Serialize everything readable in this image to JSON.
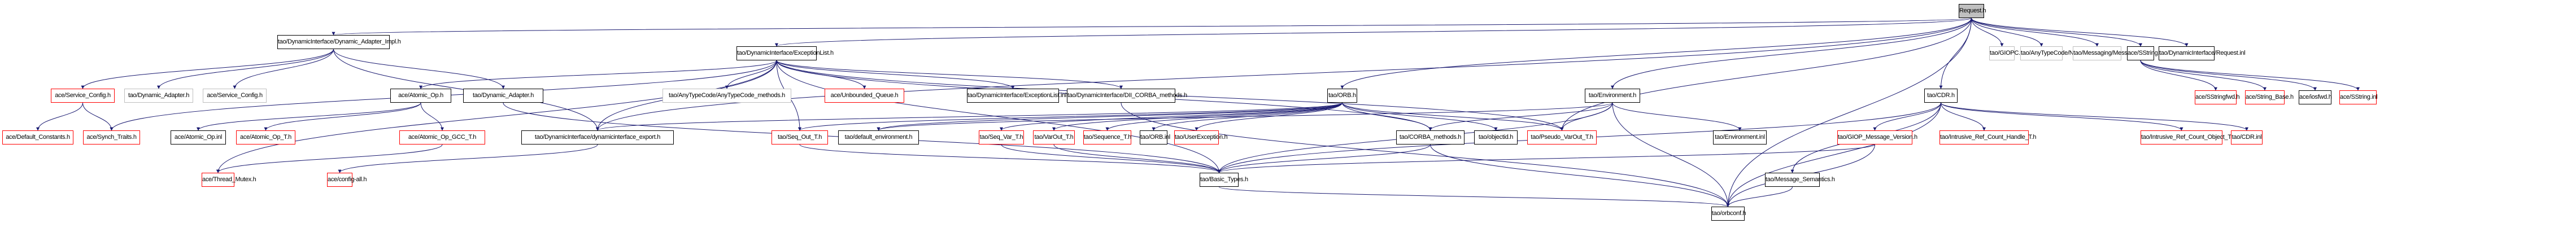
{
  "diagram": {
    "type": "include-dependency-graph",
    "root": "Request.h",
    "legend_colors": {
      "edge": "#191970",
      "documented_border": "#000000",
      "undocumented_border": "#ff0000",
      "external_border": "#bfbfbf",
      "root_fill": "#bfbfbf"
    },
    "nodes": [
      {
        "id": "request_h",
        "label": "Request.h",
        "kind": "root"
      },
      {
        "id": "giopc",
        "label": "tao/GIOPC.h",
        "kind": "gray"
      },
      {
        "id": "nvlist",
        "label": "tao/AnyTypeCode/NVList.h",
        "kind": "gray"
      },
      {
        "id": "messaging",
        "label": "tao/Messaging/Messaging.h",
        "kind": "gray"
      },
      {
        "id": "sstring",
        "label": "ace/SString.h",
        "kind": "black"
      },
      {
        "id": "request_inl",
        "label": "tao/DynamicInterface/Request.inl",
        "kind": "black"
      },
      {
        "id": "sstringfwd",
        "label": "ace/SStringfwd.h",
        "kind": "red"
      },
      {
        "id": "string_base",
        "label": "ace/String_Base.h",
        "kind": "red"
      },
      {
        "id": "iosfwd",
        "label": "ace/iosfwd.h",
        "kind": "black"
      },
      {
        "id": "sstring_inl",
        "label": "ace/SString.inl",
        "kind": "red"
      },
      {
        "id": "dai",
        "label": "tao/DynamicInterface/Dynamic_Adapter_Impl.h",
        "kind": "black"
      },
      {
        "id": "exlist",
        "label": "tao/DynamicInterface/ExceptionList.h",
        "kind": "black"
      },
      {
        "id": "svc_cfg_red",
        "label": "ace/Service_Config.h",
        "kind": "red"
      },
      {
        "id": "dyn_adapter_gray",
        "label": "tao/Dynamic_Adapter.h",
        "kind": "gray"
      },
      {
        "id": "svc_cfg_gray",
        "label": "ace/Service_Config.h",
        "kind": "gray"
      },
      {
        "id": "atomic_op",
        "label": "ace/Atomic_Op.h",
        "kind": "black"
      },
      {
        "id": "dyn_adapter",
        "label": "tao/Dynamic_Adapter.h",
        "kind": "black"
      },
      {
        "id": "atc_methods",
        "label": "tao/AnyTypeCode/AnyTypeCode_methods.h",
        "kind": "gray"
      },
      {
        "id": "unbounded_queue",
        "label": "ace/Unbounded_Queue.h",
        "kind": "red"
      },
      {
        "id": "exlist_inl",
        "label": "tao/DynamicInterface/ExceptionList.inl",
        "kind": "black"
      },
      {
        "id": "dii_corba",
        "label": "tao/DynamicInterface/DII_CORBA_methods.h",
        "kind": "black"
      },
      {
        "id": "orb_h",
        "label": "tao/ORB.h",
        "kind": "black"
      },
      {
        "id": "environment_h",
        "label": "tao/Environment.h",
        "kind": "black"
      },
      {
        "id": "cdr_h",
        "label": "tao/CDR.h",
        "kind": "black"
      },
      {
        "id": "default_constants",
        "label": "ace/Default_Constants.h",
        "kind": "red"
      },
      {
        "id": "synch_traits",
        "label": "ace/Synch_Traits.h",
        "kind": "red"
      },
      {
        "id": "atomic_op_inl",
        "label": "ace/Atomic_Op.inl",
        "kind": "black"
      },
      {
        "id": "atomic_op_t",
        "label": "ace/Atomic_Op_T.h",
        "kind": "red"
      },
      {
        "id": "atomic_op_gcc",
        "label": "ace/Atomic_Op_GCC_T.h",
        "kind": "red"
      },
      {
        "id": "di_export",
        "label": "tao/DynamicInterface/dynamicinterface_export.h",
        "kind": "black"
      },
      {
        "id": "seq_out",
        "label": "tao/Seq_Out_T.h",
        "kind": "red"
      },
      {
        "id": "default_env",
        "label": "tao/default_environment.h",
        "kind": "black"
      },
      {
        "id": "seq_var",
        "label": "tao/Seq_Var_T.h",
        "kind": "red"
      },
      {
        "id": "varout",
        "label": "tao/VarOut_T.h",
        "kind": "red"
      },
      {
        "id": "sequence_t",
        "label": "tao/Sequence_T.h",
        "kind": "red"
      },
      {
        "id": "orb_inl",
        "label": "tao/ORB.inl",
        "kind": "black"
      },
      {
        "id": "user_exception",
        "label": "tao/UserException.h",
        "kind": "red"
      },
      {
        "id": "corba_methods",
        "label": "tao/CORBA_methods.h",
        "kind": "black"
      },
      {
        "id": "objectid",
        "label": "tao/objectid.h",
        "kind": "black"
      },
      {
        "id": "pseudo_varout",
        "label": "tao/Pseudo_VarOut_T.h",
        "kind": "red"
      },
      {
        "id": "environment_inl",
        "label": "tao/Environment.inl",
        "kind": "black"
      },
      {
        "id": "giop_msg_ver",
        "label": "tao/GIOP_Message_Version.h",
        "kind": "red"
      },
      {
        "id": "irc_handle",
        "label": "tao/Intrusive_Ref_Count_Handle_T.h",
        "kind": "red"
      },
      {
        "id": "irc_object",
        "label": "tao/Intrusive_Ref_Count_Object_T.h",
        "kind": "red"
      },
      {
        "id": "cdr_inl",
        "label": "tao/CDR.inl",
        "kind": "red"
      },
      {
        "id": "thread_mutex",
        "label": "ace/Thread_Mutex.h",
        "kind": "red"
      },
      {
        "id": "config_all",
        "label": "ace/config-all.h",
        "kind": "red"
      },
      {
        "id": "basic_types",
        "label": "tao/Basic_Types.h",
        "kind": "black"
      },
      {
        "id": "message_semantics",
        "label": "tao/Message_Semantics.h",
        "kind": "black"
      },
      {
        "id": "orbconf",
        "label": "tao/orbconf.h",
        "kind": "black"
      }
    ],
    "edges": [
      [
        "request_h",
        "giopc"
      ],
      [
        "request_h",
        "nvlist"
      ],
      [
        "request_h",
        "messaging"
      ],
      [
        "request_h",
        "sstring"
      ],
      [
        "request_h",
        "request_inl"
      ],
      [
        "request_h",
        "dai"
      ],
      [
        "request_h",
        "exlist"
      ],
      [
        "request_h",
        "orb_h"
      ],
      [
        "request_h",
        "environment_h"
      ],
      [
        "request_h",
        "cdr_h"
      ],
      [
        "request_h",
        "orbconf"
      ],
      [
        "request_h",
        "di_export"
      ],
      [
        "request_h",
        "pseudo_varout"
      ],
      [
        "sstring",
        "sstringfwd"
      ],
      [
        "sstring",
        "string_base"
      ],
      [
        "sstring",
        "iosfwd"
      ],
      [
        "sstring",
        "sstring_inl"
      ],
      [
        "dai",
        "svc_cfg_red"
      ],
      [
        "dai",
        "dyn_adapter_gray"
      ],
      [
        "dai",
        "svc_cfg_gray"
      ],
      [
        "dai",
        "dyn_adapter"
      ],
      [
        "dai",
        "di_export"
      ],
      [
        "svc_cfg_red",
        "default_constants"
      ],
      [
        "svc_cfg_red",
        "synch_traits"
      ],
      [
        "exlist",
        "atomic_op"
      ],
      [
        "exlist",
        "atc_methods"
      ],
      [
        "exlist",
        "unbounded_queue"
      ],
      [
        "exlist",
        "exlist_inl"
      ],
      [
        "exlist",
        "dii_corba"
      ],
      [
        "exlist",
        "di_export"
      ],
      [
        "exlist",
        "basic_types"
      ],
      [
        "exlist",
        "synch_traits"
      ],
      [
        "exlist",
        "thread_mutex"
      ],
      [
        "exlist",
        "seq_out"
      ],
      [
        "exlist",
        "pseudo_varout"
      ],
      [
        "exlist",
        "corba_methods"
      ],
      [
        "atomic_op",
        "atomic_op_inl"
      ],
      [
        "atomic_op",
        "atomic_op_t"
      ],
      [
        "atomic_op",
        "atomic_op_gcc"
      ],
      [
        "atomic_op_gcc",
        "thread_mutex"
      ],
      [
        "dyn_adapter",
        "basic_types"
      ],
      [
        "di_export",
        "config_all"
      ],
      [
        "dii_corba",
        "orbconf"
      ],
      [
        "orb_h",
        "seq_out"
      ],
      [
        "orb_h",
        "default_env"
      ],
      [
        "orb_h",
        "seq_var"
      ],
      [
        "orb_h",
        "varout"
      ],
      [
        "orb_h",
        "sequence_t"
      ],
      [
        "orb_h",
        "orb_inl"
      ],
      [
        "orb_h",
        "user_exception"
      ],
      [
        "orb_h",
        "corba_methods"
      ],
      [
        "orb_h",
        "objectid"
      ],
      [
        "orb_h",
        "pseudo_varout"
      ],
      [
        "orb_h",
        "di_export"
      ],
      [
        "seq_out",
        "basic_types"
      ],
      [
        "seq_var",
        "basic_types"
      ],
      [
        "varout",
        "basic_types"
      ],
      [
        "environment_h",
        "corba_methods"
      ],
      [
        "environment_h",
        "pseudo_varout"
      ],
      [
        "environment_h",
        "environment_inl"
      ],
      [
        "environment_h",
        "basic_types"
      ],
      [
        "environment_h",
        "orbconf"
      ],
      [
        "environment_h",
        "default_env"
      ],
      [
        "corba_methods",
        "basic_types"
      ],
      [
        "corba_methods",
        "orbconf"
      ],
      [
        "cdr_h",
        "giop_msg_ver"
      ],
      [
        "cdr_h",
        "irc_handle"
      ],
      [
        "cdr_h",
        "irc_object"
      ],
      [
        "cdr_h",
        "cdr_inl"
      ],
      [
        "cdr_h",
        "message_semantics"
      ],
      [
        "cdr_h",
        "basic_types"
      ],
      [
        "cdr_h",
        "orbconf"
      ],
      [
        "giop_msg_ver",
        "basic_types"
      ],
      [
        "giop_msg_ver",
        "orbconf"
      ],
      [
        "message_semantics",
        "orbconf"
      ],
      [
        "basic_types",
        "orbconf"
      ]
    ]
  }
}
